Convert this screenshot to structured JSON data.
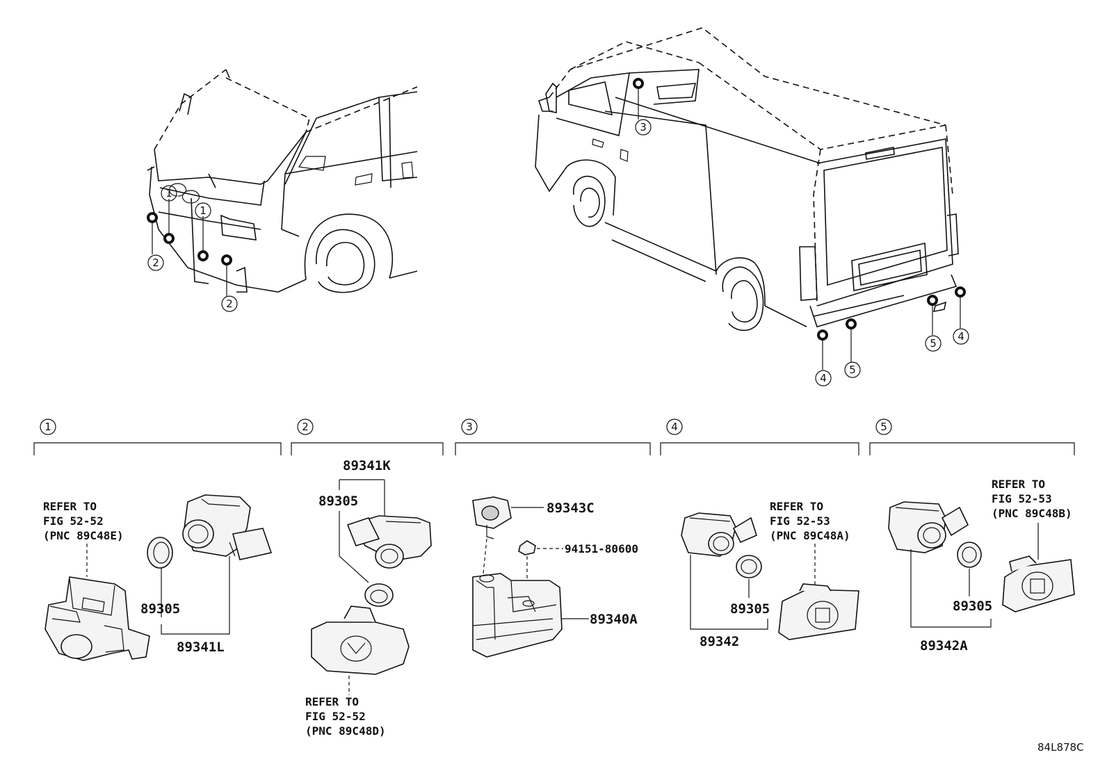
{
  "figure_code": "84L878C",
  "location_markers": {
    "m1": "1",
    "m2": "2",
    "m3": "3",
    "m4": "4",
    "m5": "5"
  },
  "sections": [
    {
      "id": "1",
      "refer": [
        "REFER TO",
        "FIG 52-52",
        "(PNC 89C48E)"
      ],
      "parts": [
        "89305",
        "89341L"
      ]
    },
    {
      "id": "2",
      "refer": [
        "REFER TO",
        "FIG 52-52",
        "(PNC 89C48D)"
      ],
      "parts": [
        "89341K",
        "89305"
      ]
    },
    {
      "id": "3",
      "refer": [],
      "parts": [
        "89343C",
        "94151-80600",
        "89340A"
      ]
    },
    {
      "id": "4",
      "refer": [
        "REFER TO",
        "FIG 52-53",
        "(PNC 89C48A)"
      ],
      "parts": [
        "89305",
        "89342"
      ]
    },
    {
      "id": "5",
      "refer": [
        "REFER TO",
        "FIG 52-53",
        "(PNC 89C48B)"
      ],
      "parts": [
        "89305",
        "89342A"
      ]
    }
  ]
}
